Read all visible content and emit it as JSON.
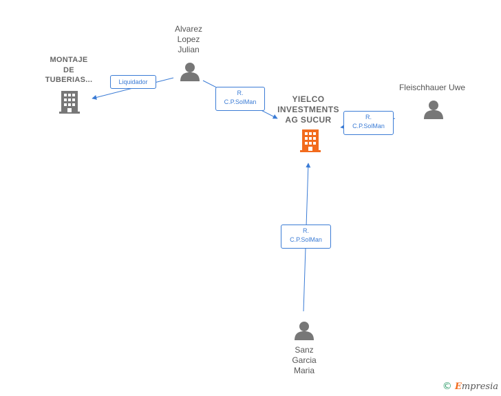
{
  "nodes": {
    "montaje": {
      "label": "MONTAJE\nDE\nTUBERIAS...",
      "icon": "building-icon",
      "color": "#777777"
    },
    "alvarez": {
      "label": "Alvarez\nLopez\nJulian",
      "icon": "person-icon",
      "color": "#777777"
    },
    "yielco": {
      "label": "YIELCO\nINVESTMENTS\nAG SUCUR",
      "icon": "building-icon",
      "color": "#f26b1d"
    },
    "fleischhauer": {
      "label": "Fleischhauer Uwe",
      "icon": "person-icon",
      "color": "#777777"
    },
    "sanz": {
      "label": "Sanz\nGarcia\nMaria",
      "icon": "person-icon",
      "color": "#777777"
    }
  },
  "edges": [
    {
      "from": "alvarez",
      "to": "montaje",
      "label": "Liquidador"
    },
    {
      "from": "alvarez",
      "to": "yielco",
      "label": "R.\nC.P.SolMan"
    },
    {
      "from": "fleischhauer",
      "to": "yielco",
      "label": "R.\nC.P.SolMan"
    },
    {
      "from": "sanz",
      "to": "yielco",
      "label": "R.\nC.P.SolMan"
    }
  ],
  "colors": {
    "edge": "#3a7bd5",
    "node": "#777777",
    "focus": "#f26b1d"
  },
  "footer": {
    "copyright_symbol": "©",
    "brand_initial": "E",
    "brand_rest": "mpresia"
  }
}
